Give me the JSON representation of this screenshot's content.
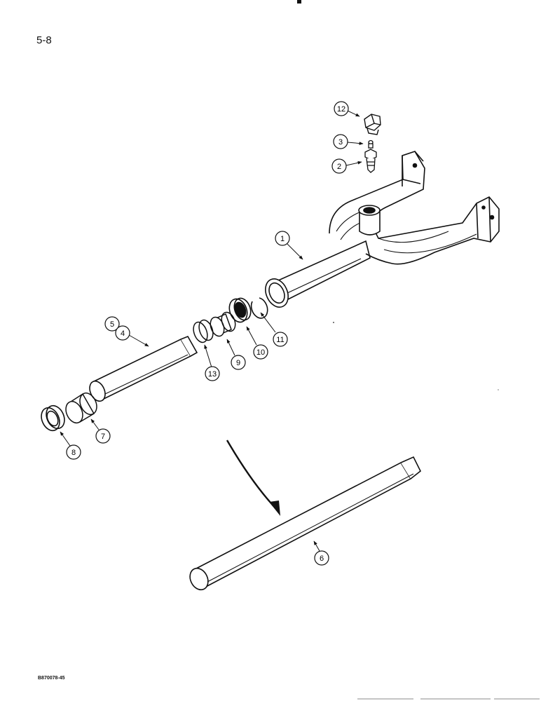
{
  "page": {
    "page_number": "5-8",
    "figure_code": "B870078-45"
  },
  "callouts": [
    {
      "id": "c1",
      "label": "1"
    },
    {
      "id": "c2",
      "label": "2"
    },
    {
      "id": "c3",
      "label": "3"
    },
    {
      "id": "c4",
      "label": "4"
    },
    {
      "id": "c5",
      "label": "5"
    },
    {
      "id": "c6",
      "label": "6"
    },
    {
      "id": "c7",
      "label": "7"
    },
    {
      "id": "c8",
      "label": "8"
    },
    {
      "id": "c9",
      "label": "9"
    },
    {
      "id": "c10",
      "label": "10"
    },
    {
      "id": "c11",
      "label": "11"
    },
    {
      "id": "c12",
      "label": "12"
    },
    {
      "id": "c13",
      "label": "13"
    }
  ]
}
